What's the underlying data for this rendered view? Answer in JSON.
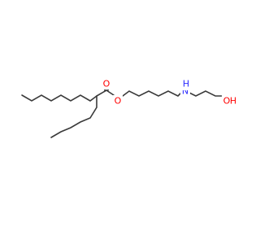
{
  "molecule": {
    "atoms": [
      {
        "id": "o_carbonyl",
        "symbol": "O",
        "color": "#ff0000"
      },
      {
        "id": "o_ester",
        "symbol": "O",
        "color": "#ff0000"
      },
      {
        "id": "n_amine",
        "symbol": "N",
        "color": "#2b2bff"
      },
      {
        "id": "h_amine",
        "symbol": "H",
        "color": "#2b2bff"
      },
      {
        "id": "o_hydroxyl",
        "symbol": "O",
        "color": "#ff0000"
      },
      {
        "id": "h_hydroxyl",
        "symbol": "H",
        "color": "#ff0000"
      }
    ],
    "colors": {
      "bond": "#3a3a3a",
      "oxygen": "#ff0000",
      "nitrogen": "#2b2bff",
      "background": "#ffffff"
    }
  }
}
